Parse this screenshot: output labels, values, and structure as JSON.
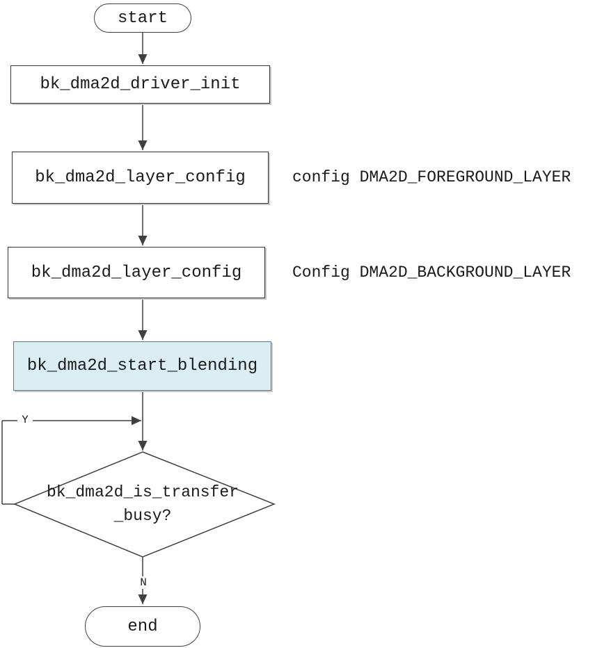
{
  "diagram": {
    "type": "flowchart",
    "background": "#ffffff",
    "colors": {
      "line": "#3f3f3f",
      "box_border": "#333333",
      "highlight_fill": "#daeef3",
      "highlight_border": "#5b7a88",
      "text": "#1a1a1a"
    },
    "nodes": {
      "start": {
        "shape": "terminal",
        "label": "start"
      },
      "driver_init": {
        "shape": "process",
        "label": "bk_dma2d_driver_init"
      },
      "layer_config_fg": {
        "shape": "process",
        "label": "bk_dma2d_layer_config",
        "note": "config DMA2D_FOREGROUND_LAYER"
      },
      "layer_config_bg": {
        "shape": "process",
        "label": "bk_dma2d_layer_config",
        "note": "Config DMA2D_BACKGROUND_LAYER"
      },
      "start_blending": {
        "shape": "process",
        "label": "bk_dma2d_start_blending",
        "highlighted": true
      },
      "is_transfer_busy": {
        "shape": "decision",
        "label": "bk_dma2d_is_transfer_busy?",
        "label_line1": "bk_dma2d_is_transfer",
        "label_line2": "_busy?"
      },
      "end": {
        "shape": "terminal",
        "label": "end"
      }
    },
    "branch_labels": {
      "yes": "Y",
      "no": "N"
    }
  }
}
